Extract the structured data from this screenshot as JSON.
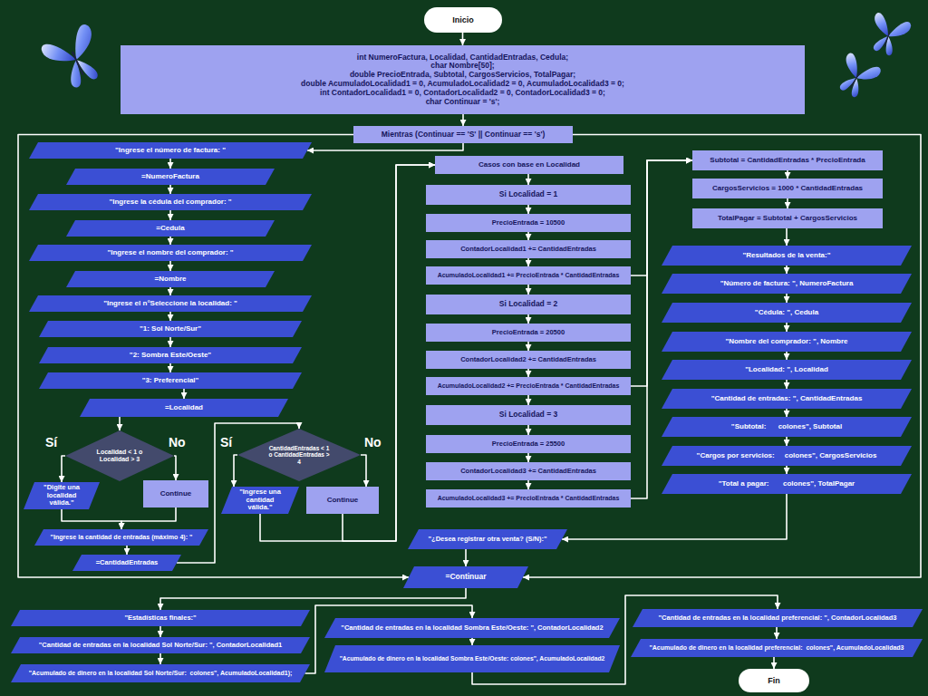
{
  "diagram": {
    "nodes": [
      {
        "text": [
          "Inicio"
        ]
      },
      {
        "text": [
          "int NumeroFactura, Localidad, CantidadEntradas, Cedula;",
          "char Nombre[50];",
          "double PrecioEntrada, Subtotal, CargosServicios, TotalPagar;",
          "double AcumuladoLocalidad1 = 0, AcumuladoLocalidad2 = 0, AcumuladoLocalidad3 = 0;",
          "int ContadorLocalidad1 = 0, ContadorLocalidad2 = 0, ContadorLocalidad3 = 0;",
          "char Continuar = 's';"
        ]
      },
      {
        "text": [
          "Mientras (Continuar == 'S' || Continuar == 's')"
        ]
      },
      {
        "text": [
          "\"Ingrese el número de factura: \""
        ]
      },
      {
        "text": [
          "=NumeroFactura"
        ]
      },
      {
        "text": [
          "\"Ingrese la cédula del comprador: \""
        ]
      },
      {
        "text": [
          "=Cedula"
        ]
      },
      {
        "text": [
          "\"Ingrese el nombre del comprador: \""
        ]
      },
      {
        "text": [
          "=Nombre"
        ]
      },
      {
        "text": [
          "\"Ingrese el n°Seleccione la localidad: \""
        ]
      },
      {
        "text": [
          "\"1: Sol Norte/Sur\""
        ]
      },
      {
        "text": [
          "\"2: Sombra Este/Oeste\""
        ]
      },
      {
        "text": [
          "\"3: Preferencial\""
        ]
      },
      {
        "text": [
          "=Localidad"
        ]
      },
      {
        "text": [
          "Localidad < 1 o Localidad > 3"
        ]
      },
      {
        "text": [
          "\"Digite una localidad válida.\""
        ]
      },
      {
        "text": [
          "Continue"
        ]
      },
      {
        "text": [
          "\"Ingrese la cantidad de entradas (máximo 4): \""
        ]
      },
      {
        "text": [
          "=CantidadEntradas"
        ]
      },
      {
        "text": [
          "CantidadEntradas < 1 o CantidadEntradas > 4"
        ]
      },
      {
        "text": [
          "\"Ingrese una cantidad válida.\""
        ]
      },
      {
        "text": [
          "Continue"
        ]
      },
      {
        "text": [
          "Casos con base en Localidad"
        ]
      },
      {
        "text": [
          "Si Localidad = 1"
        ]
      },
      {
        "text": [
          "PrecioEntrada = 10500"
        ]
      },
      {
        "text": [
          "ContadorLocalidad1 += CantidadEntradas"
        ]
      },
      {
        "text": [
          "AcumuladoLocalidad1 += PrecioEntrada * CantidadEntradas"
        ]
      },
      {
        "text": [
          "Si Localidad = 2"
        ]
      },
      {
        "text": [
          "PrecioEntrada = 20500"
        ]
      },
      {
        "text": [
          "ContadorLocalidad2 += CantidadEntradas"
        ]
      },
      {
        "text": [
          "AcumuladoLocalidad2 += PrecioEntrada * CantidadEntradas"
        ]
      },
      {
        "text": [
          "Si Localidad = 3"
        ]
      },
      {
        "text": [
          "PrecioEntrada = 25500"
        ]
      },
      {
        "text": [
          "ContadorLocalidad3 += CantidadEntradas"
        ]
      },
      {
        "text": [
          "AcumuladoLocalidad3 += PrecioEntrada * CantidadEntradas"
        ]
      },
      {
        "text": [
          "Subtotal = CantidadEntradas * PrecioEntrada"
        ]
      },
      {
        "text": [
          "CargosServicios = 1000 * CantidadEntradas"
        ]
      },
      {
        "text": [
          "TotalPagar = Subtotal + CargosServicios"
        ]
      },
      {
        "text": [
          "\"Resultados de la venta:\""
        ]
      },
      {
        "text": [
          "\"Número de factura: \", NumeroFactura"
        ]
      },
      {
        "text": [
          "\"Cédula: \", Cedula"
        ]
      },
      {
        "text": [
          "\"Nombre del comprador: \", Nombre"
        ]
      },
      {
        "text": [
          "\"Localidad: \", Localidad"
        ]
      },
      {
        "text": [
          "\"Cantidad de entradas: \", CantidadEntradas"
        ]
      },
      {
        "text": [
          "\"Subtotal:      colones\", Subtotal"
        ]
      },
      {
        "text": [
          "\"Cargos por servicios:     colones\", CargosServicios"
        ]
      },
      {
        "text": [
          "\"Total a pagar:       colones\", TotalPagar"
        ]
      },
      {
        "text": [
          "\"¿Desea registrar otra venta? (S/N):\""
        ]
      },
      {
        "text": [
          "=Continuar"
        ]
      },
      {
        "text": [
          "\"Estadísticas finales:\""
        ]
      },
      {
        "text": [
          "\"Cantidad de entradas en la localidad Sol Norte/Sur: \", ContadorLocalidad1"
        ]
      },
      {
        "text": [
          "\"Acumulado de dinero en la localidad Sol Norte/Sur:  colones\", AcumuladoLocalidad1);"
        ]
      },
      {
        "text": [
          "\"Cantidad de entradas en la localidad Sombra Este/Oeste: \", ContadorLocalidad2"
        ]
      },
      {
        "text": [
          "\"Acumulado de dinero en la localidad Sombra Este/Oeste: colones\", AcumuladoLocalidad2"
        ]
      },
      {
        "text": [
          "\"Cantidad de entradas en la localidad preferencial: \", ContadorLocalidad3"
        ]
      },
      {
        "text": [
          "\"Acumulado de dinero en la localidad preferencial:  colones\", AcumuladoLocalidad3"
        ]
      },
      {
        "text": [
          "Fin"
        ]
      }
    ],
    "edges": [
      {
        "from": 0,
        "to": 1,
        "arrow": "to"
      },
      {
        "from": 1,
        "to": 2,
        "arrow": "to"
      },
      {
        "from": 2,
        "to": 3,
        "arrow": "to"
      },
      {
        "from": 2,
        "to": 48,
        "arrow": "to"
      },
      {
        "from": 2,
        "to": 48,
        "arrow": "to"
      },
      {
        "from": 3,
        "to": 4,
        "arrow": "to"
      },
      {
        "from": 4,
        "to": 5,
        "arrow": "to"
      },
      {
        "from": 5,
        "to": 6,
        "arrow": "to"
      },
      {
        "from": 6,
        "to": 7,
        "arrow": "to"
      },
      {
        "from": 7,
        "to": 8,
        "arrow": "to"
      },
      {
        "from": 8,
        "to": 9,
        "arrow": "to"
      },
      {
        "from": 9,
        "to": 10,
        "arrow": "to"
      },
      {
        "from": 10,
        "to": 11,
        "arrow": "to"
      },
      {
        "from": 11,
        "to": 12,
        "arrow": "to"
      },
      {
        "from": 12,
        "to": 13,
        "arrow": "to"
      },
      {
        "from": 13,
        "to": 14,
        "arrow": "to"
      },
      {
        "from": 14,
        "to": 15,
        "arrow": "to"
      },
      {
        "from": 14,
        "to": 16,
        "arrow": "to"
      },
      {
        "from": 15,
        "to": 17,
        "arrow": "to"
      },
      {
        "from": 16,
        "to": 17,
        "arrow": "to"
      },
      {
        "from": 17,
        "to": 18,
        "arrow": "to"
      },
      {
        "from": 18,
        "to": 19,
        "arrow": "to"
      },
      {
        "from": 19,
        "to": 20,
        "arrow": "to"
      },
      {
        "from": 19,
        "to": 21,
        "arrow": "to"
      },
      {
        "from": 20,
        "to": 22,
        "arrow": "to"
      },
      {
        "from": 21,
        "to": 22,
        "arrow": "to"
      },
      {
        "from": 22,
        "to": 23,
        "arrow": "to"
      },
      {
        "from": 23,
        "to": 24,
        "arrow": "to"
      },
      {
        "from": 24,
        "to": 25,
        "arrow": "to"
      },
      {
        "from": 25,
        "to": 26,
        "arrow": "to"
      },
      {
        "from": 26,
        "to": 27,
        "arrow": "to"
      },
      {
        "from": 27,
        "to": 28,
        "arrow": "to"
      },
      {
        "from": 28,
        "to": 29,
        "arrow": "to"
      },
      {
        "from": 29,
        "to": 30,
        "arrow": "to"
      },
      {
        "from": 30,
        "to": 31,
        "arrow": "to"
      },
      {
        "from": 31,
        "to": 32,
        "arrow": "to"
      },
      {
        "from": 32,
        "to": 33,
        "arrow": "to"
      },
      {
        "from": 33,
        "to": 34,
        "arrow": "to"
      },
      {
        "from": 26,
        "to": 35,
        "arrow": "to"
      },
      {
        "from": 30,
        "to": 35,
        "arrow": "to"
      },
      {
        "from": 34,
        "to": 35,
        "arrow": "to"
      },
      {
        "from": 35,
        "to": 36,
        "arrow": "to"
      },
      {
        "from": 36,
        "to": 37,
        "arrow": "to"
      },
      {
        "from": 37,
        "to": 38,
        "arrow": "to"
      },
      {
        "from": 38,
        "to": 39,
        "arrow": "to"
      },
      {
        "from": 39,
        "to": 40,
        "arrow": "to"
      },
      {
        "from": 40,
        "to": 41,
        "arrow": "to"
      },
      {
        "from": 41,
        "to": 42,
        "arrow": "to"
      },
      {
        "from": 42,
        "to": 43,
        "arrow": "to"
      },
      {
        "from": 43,
        "to": 44,
        "arrow": "to"
      },
      {
        "from": 44,
        "to": 45,
        "arrow": "to"
      },
      {
        "from": 45,
        "to": 46,
        "arrow": "to"
      },
      {
        "from": 46,
        "to": 47,
        "arrow": "to"
      },
      {
        "from": 47,
        "to": 48,
        "arrow": "to"
      },
      {
        "from": 48,
        "to": 49,
        "arrow": "to"
      },
      {
        "from": 49,
        "to": 50,
        "arrow": "to"
      },
      {
        "from": 50,
        "to": 51,
        "arrow": "to"
      },
      {
        "from": 51,
        "to": 52,
        "arrow": "to"
      },
      {
        "from": 52,
        "to": 53,
        "arrow": "to"
      },
      {
        "from": 53,
        "to": 54,
        "arrow": "to"
      },
      {
        "from": 54,
        "to": 55,
        "arrow": "to"
      },
      {
        "from": 55,
        "to": 56,
        "arrow": "to"
      }
    ],
    "labels": [
      "Sí",
      "No",
      "Sí",
      "No"
    ]
  }
}
